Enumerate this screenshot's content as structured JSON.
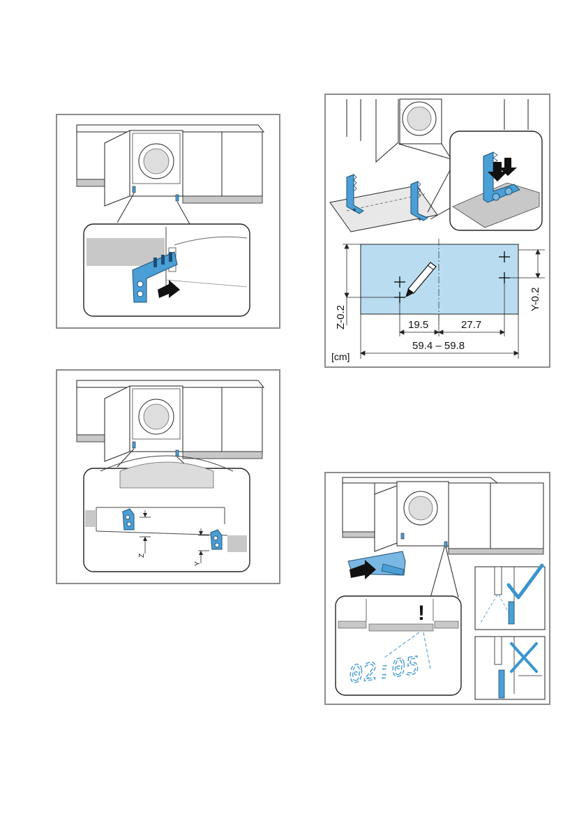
{
  "figures": {
    "fig1": {
      "name": "mounting-bracket-insertion"
    },
    "fig2": {
      "name": "bracket-height-measurement",
      "labels": {
        "z": "Z",
        "y": "Y"
      }
    },
    "fig3": {
      "name": "worktop-template-marking",
      "dimensions": {
        "left_height": "Z-0.2",
        "right_height": "Y-0.2",
        "left_offset": "19.5",
        "right_offset": "27.7",
        "total_width": "59.4 – 59.8"
      },
      "unit": "[cm]"
    },
    "fig4": {
      "name": "plinth-installation-check",
      "display_time": "02:05",
      "warning_symbol": "!"
    }
  },
  "colors": {
    "accent_blue": "#4a9fd6",
    "light_blue": "#b9dcf0",
    "plinth_grey": "#c8c8c8",
    "frame_grey": "#8c8c8c"
  },
  "icons": [
    "arrow-icon",
    "pencil-icon",
    "checkmark-icon",
    "cross-icon",
    "exclamation-icon"
  ]
}
